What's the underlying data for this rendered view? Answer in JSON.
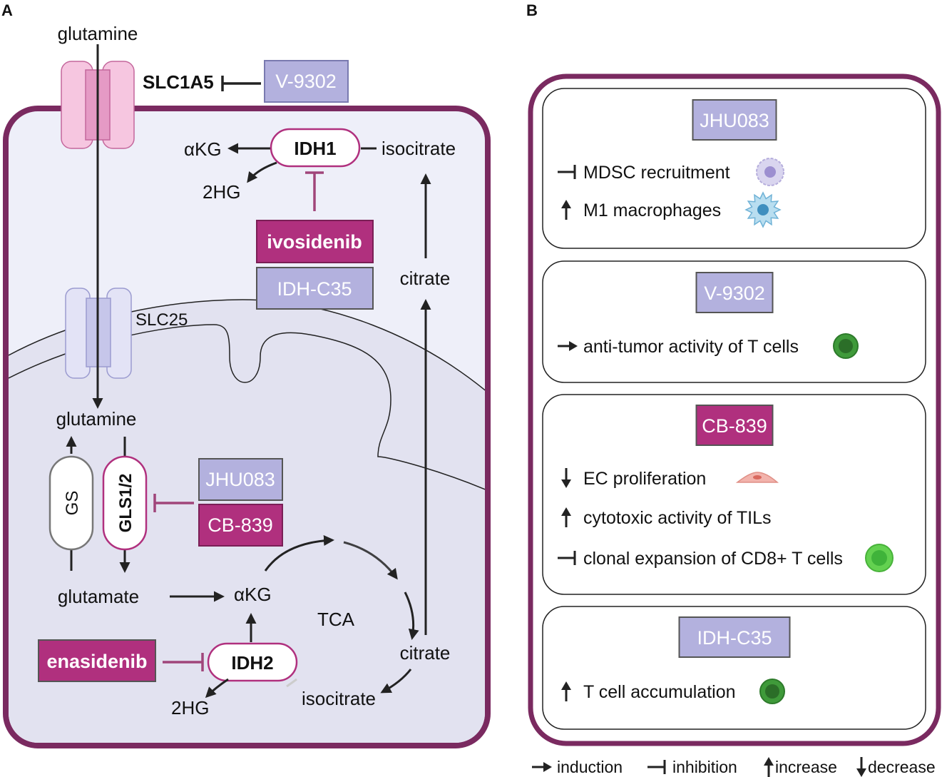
{
  "panel_a": {
    "letter": "A",
    "glutamine_outside": "glutamine",
    "transporter_label": "SLC1A5",
    "v9302": "V-9302",
    "idh1": "IDH1",
    "akg_top": "αKG",
    "hg2_top": "2HG",
    "isocitrate_top": "isocitrate",
    "ivosidenib": "ivosidenib",
    "idhc35": "IDH-C35",
    "citrate_mid": "citrate",
    "slc25": "SLC25",
    "glutamine_mito": "glutamine",
    "gs": "GS",
    "gls": "GLS1/2",
    "jhu083": "JHU083",
    "cb839": "CB-839",
    "glutamate": "glutamate",
    "akg_mito": "αKG",
    "tca": "TCA",
    "citrate_mito": "citrate",
    "isocitrate_mito": "isocitrate",
    "enasidenib": "enasidenib",
    "idh2": "IDH2",
    "hg2_mito": "2HG"
  },
  "panel_b": {
    "letter": "B",
    "boxes": [
      {
        "drug": "JHU083",
        "drug_color": "lavender",
        "effects": [
          {
            "symbol": "inhibition",
            "text": "MDSC recruitment",
            "cell": "mdsc-icon"
          },
          {
            "symbol": "increase",
            "text": "M1 macrophages",
            "cell": "macrophage-icon"
          }
        ]
      },
      {
        "drug": "V-9302",
        "drug_color": "lavender",
        "effects": [
          {
            "symbol": "induction",
            "text": "anti-tumor activity of T cells",
            "cell": "t-cell-icon"
          }
        ]
      },
      {
        "drug": "CB-839",
        "drug_color": "magenta",
        "effects": [
          {
            "symbol": "decrease",
            "text": "EC proliferation",
            "cell": "endothelial-cell-icon"
          },
          {
            "symbol": "increase",
            "text": "cytotoxic activity of TILs",
            "cell": ""
          },
          {
            "symbol": "inhibition",
            "text": "clonal expansion of CD8+ T cells",
            "cell": "cd8-t-cell-icon"
          }
        ]
      },
      {
        "drug": "IDH-C35",
        "drug_color": "lavender",
        "effects": [
          {
            "symbol": "increase",
            "text": "T cell accumulation",
            "cell": "t-cell-icon"
          }
        ]
      }
    ]
  },
  "legend": [
    {
      "symbol": "induction",
      "text": "induction"
    },
    {
      "symbol": "inhibition",
      "text": "inhibition"
    },
    {
      "symbol": "increase",
      "text": "increase"
    },
    {
      "symbol": "decrease",
      "text": "decrease"
    }
  ],
  "colors": {
    "membrane": "#7a2a60",
    "cell_fill": "#eeeff9",
    "mito_fill": "#e2e2f0",
    "magenta_box": "#b0307e",
    "lavender_box": "#b3b1de",
    "transporter_pink": "#f6c6e0",
    "transporter_lav": "#d5d5f0",
    "arrow": "#222222",
    "inhibit_magenta": "#a0457a"
  }
}
